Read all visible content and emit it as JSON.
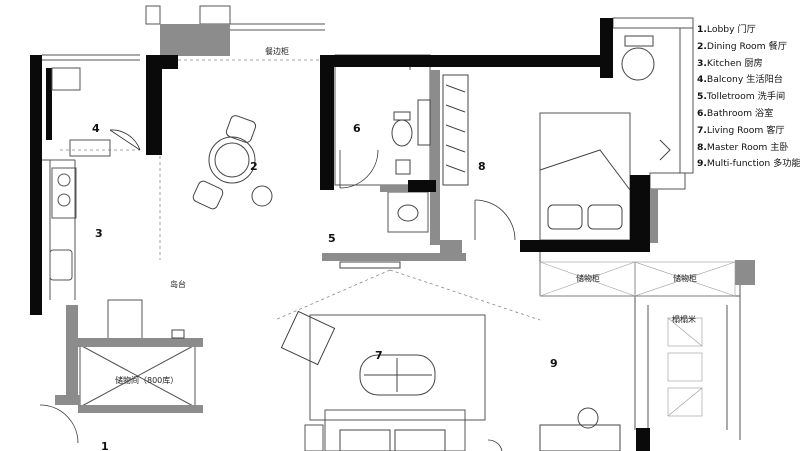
{
  "legend": [
    {
      "num": "1.",
      "text": "Lobby 门厅"
    },
    {
      "num": "2.",
      "text": "Dining Room 餐厅"
    },
    {
      "num": "3.",
      "text": "Kitchen 厨房"
    },
    {
      "num": "4.",
      "text": "Balcony 生活阳台"
    },
    {
      "num": "5.",
      "text": "Tolletroom 洗手间"
    },
    {
      "num": "6.",
      "text": "Bathroom 浴室"
    },
    {
      "num": "7.",
      "text": "Living Room 客厅"
    },
    {
      "num": "8.",
      "text": "Master Room 主卧"
    },
    {
      "num": "9.",
      "text": "Multi-function 多功能"
    }
  ],
  "room_numbers": {
    "r1": "1",
    "r2": "2",
    "r3": "3",
    "r4": "4",
    "r5": "5",
    "r6": "6",
    "r7": "7",
    "r8": "8",
    "r9": "9"
  },
  "cabinet_labels": {
    "sideboard": "餐边柜",
    "island": "岛台",
    "storage_room": "储物间（800库）",
    "storage_cabinet_1": "储物柜",
    "storage_cabinet_2": "储物柜",
    "tatami": "榻榻米"
  },
  "colors": {
    "wall": "#0a0a0a",
    "partition": "#8c8c8c",
    "line": "#555555"
  }
}
